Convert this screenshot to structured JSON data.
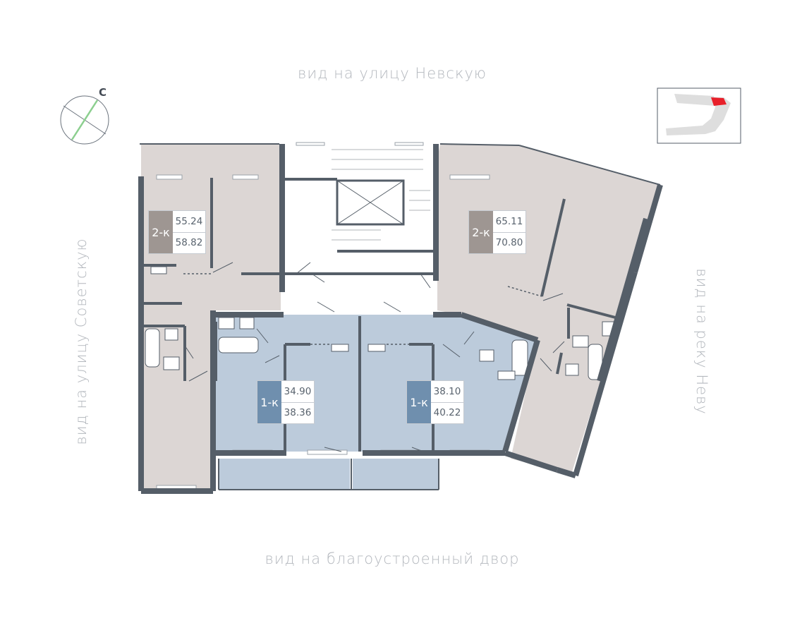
{
  "views": {
    "top": "вид на улицу Невскую",
    "bottom": "вид на благоустроенный двор",
    "left": "вид на улицу Советскую",
    "right": "вид на реку Неву"
  },
  "compass": {
    "letter": "С"
  },
  "apartments": [
    {
      "type": "2-к",
      "area_1": "55.24",
      "area_2": "58.82",
      "status": "grey"
    },
    {
      "type": "2-к",
      "area_1": "65.11",
      "area_2": "70.80",
      "status": "grey"
    },
    {
      "type": "1-к",
      "area_1": "34.90",
      "area_2": "38.36",
      "status": "blue"
    },
    {
      "type": "1-к",
      "area_1": "38.10",
      "area_2": "40.22",
      "status": "blue"
    }
  ],
  "colors": {
    "wall": "#555e68",
    "room_grey": "#dcd6d4",
    "room_blue": "#bccbdb",
    "common": "#ffffff",
    "badge_grey": "#9e9692",
    "badge_blue": "#6f8fae",
    "highlight": "#e8202a"
  }
}
